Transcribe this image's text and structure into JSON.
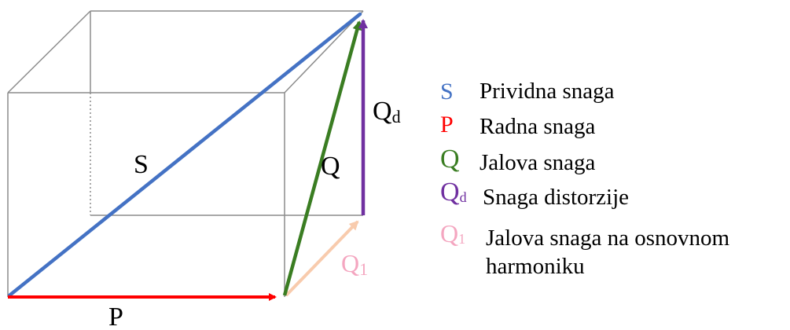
{
  "colors": {
    "S": "#4472c4",
    "P": "#ff0000",
    "Q": "#3a7d22",
    "Qd": "#7030a0",
    "Q1": "#f8cbad",
    "Q1_label": "#f4a6c0",
    "box": "#8c8c8c"
  },
  "diagram": {
    "label_S": "S",
    "label_P": "P",
    "label_Q": "Q",
    "label_Qd_main": "Q",
    "label_Qd_sub": "d",
    "label_Q1_main": "Q",
    "label_Q1_sub": "1"
  },
  "legend": [
    {
      "symbol": "S",
      "sub": "",
      "text": "Prividna snaga",
      "color_key": "S"
    },
    {
      "symbol": "P",
      "sub": "",
      "text": "Radna snaga",
      "color_key": "P"
    },
    {
      "symbol": "Q",
      "sub": "",
      "text": "Jalova snaga",
      "color_key": "Q"
    },
    {
      "symbol": "Q",
      "sub": "d",
      "text": "Snaga distorzije",
      "color_key": "Qd"
    },
    {
      "symbol": "Q",
      "sub": "1",
      "text": "Jalova snaga na osnovnom",
      "text2": "harmoniku",
      "color_key": "Q1_label"
    }
  ]
}
